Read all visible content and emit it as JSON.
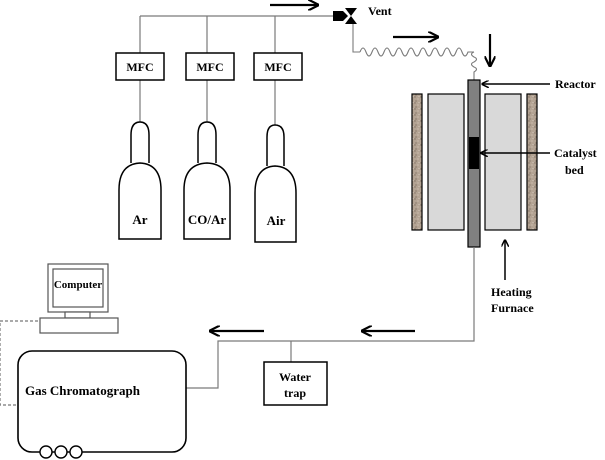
{
  "diagram": {
    "title": "Catalytic reactor experimental setup",
    "mfc_label": "MFC",
    "cylinders": [
      {
        "label": "Ar"
      },
      {
        "label": "CO/Ar"
      },
      {
        "label": "Air"
      }
    ],
    "vent_label": "Vent",
    "reactor_label": "Reactor",
    "catalyst_label_line1": "Catalyst",
    "catalyst_label_line2": "bed",
    "furnace_label_line1": "Heating",
    "furnace_label_line2": "Furnace",
    "water_trap_line1": "Water",
    "water_trap_line2": "trap",
    "computer_label": "Computer",
    "gc_label": "Gas Chromatograph",
    "colors": {
      "line": "#7a7a7a",
      "stroke": "#000000",
      "furnace_fill": "#d9d9d9",
      "insulation_fill": "#a89888",
      "reactor_fill": "#808080",
      "catalyst_fill": "#000000"
    }
  }
}
